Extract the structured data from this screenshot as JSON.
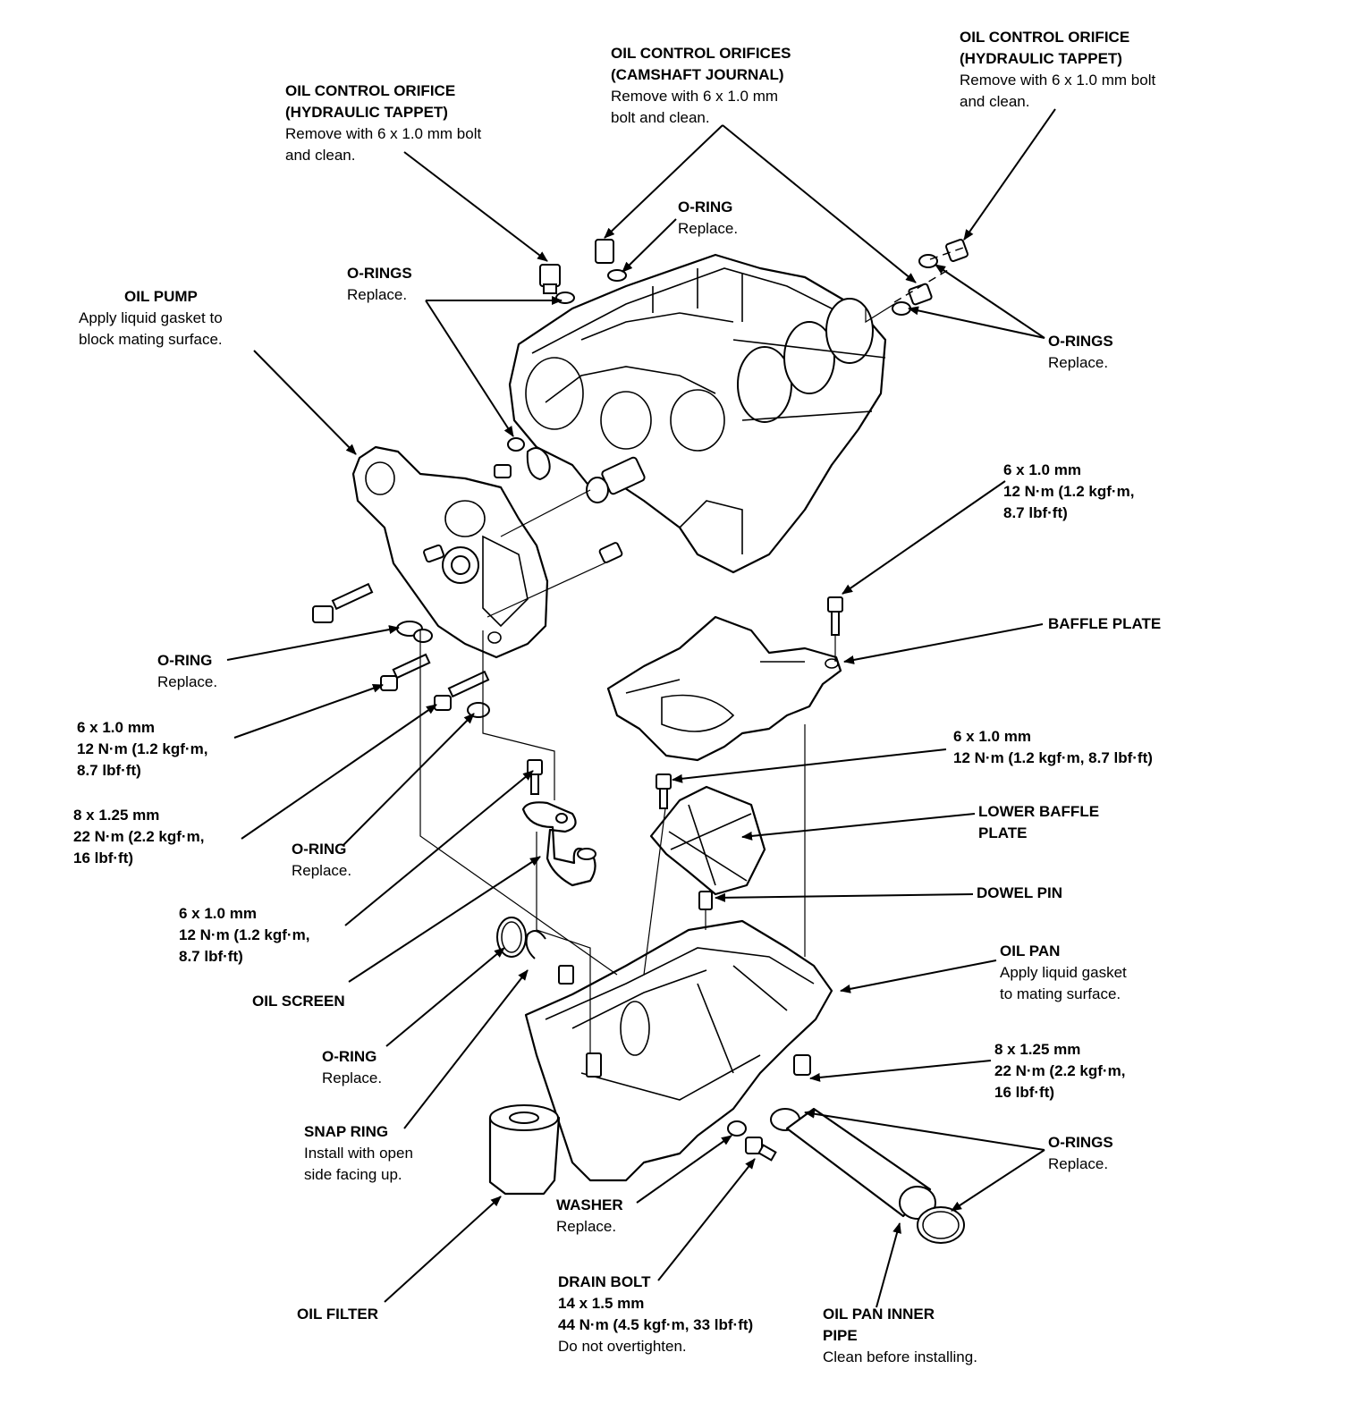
{
  "labels": {
    "oco_tappet_left": {
      "title": [
        "OIL CONTROL ORIFICE",
        "(HYDRAULIC TAPPET)"
      ],
      "desc": [
        "Remove with 6 x 1.0 mm bolt",
        "and clean."
      ]
    },
    "oco_cam": {
      "title": [
        "OIL CONTROL ORIFICES",
        "(CAMSHAFT JOURNAL)"
      ],
      "desc": [
        "Remove with 6 x 1.0 mm",
        "bolt and clean."
      ]
    },
    "oco_tappet_right": {
      "title": [
        "OIL CONTROL ORIFICE",
        "(HYDRAULIC TAPPET)"
      ],
      "desc": [
        "Remove with 6 x 1.0 mm bolt",
        "and clean."
      ]
    },
    "oring_top": {
      "title": [
        "O-RING"
      ],
      "desc": [
        "Replace."
      ]
    },
    "orings_top_left": {
      "title": [
        "O-RINGS"
      ],
      "desc": [
        "Replace."
      ]
    },
    "oil_pump": {
      "title": [
        "OIL PUMP"
      ],
      "desc": [
        "Apply liquid gasket to",
        "block mating surface."
      ]
    },
    "orings_right": {
      "title": [
        "O-RINGS"
      ],
      "desc": [
        "Replace."
      ]
    },
    "torque_top_right": {
      "title": [
        "6 x 1.0 mm",
        "12 N·m (1.2 kgf·m,",
        "8.7 lbf·ft)"
      ],
      "desc": []
    },
    "baffle_plate": {
      "title": [
        "BAFFLE PLATE"
      ],
      "desc": []
    },
    "oring_left": {
      "title": [
        "O-RING"
      ],
      "desc": [
        "Replace."
      ]
    },
    "torque_left_1": {
      "title": [
        "6 x 1.0 mm",
        "12 N·m (1.2 kgf·m,",
        "8.7 lbf·ft)"
      ],
      "desc": []
    },
    "torque_left_2": {
      "title": [
        "8 x 1.25 mm",
        "22 N·m (2.2 kgf·m,",
        "16 lbf·ft)"
      ],
      "desc": []
    },
    "oring_mid": {
      "title": [
        "O-RING"
      ],
      "desc": [
        "Replace."
      ]
    },
    "torque_mid_right": {
      "title": [
        "6 x 1.0 mm",
        "12 N·m (1.2 kgf·m, 8.7 lbf·ft)"
      ],
      "desc": []
    },
    "lower_baffle": {
      "title": [
        "LOWER BAFFLE",
        "PLATE"
      ],
      "desc": []
    },
    "dowel_pin": {
      "title": [
        "DOWEL PIN"
      ],
      "desc": []
    },
    "torque_screen": {
      "title": [
        "6 x 1.0 mm",
        "12 N·m (1.2 kgf·m,",
        "8.7 lbf·ft)"
      ],
      "desc": []
    },
    "oil_pan": {
      "title": [
        "OIL PAN"
      ],
      "desc": [
        "Apply liquid gasket",
        "to mating surface."
      ]
    },
    "oil_screen": {
      "title": [
        "OIL SCREEN"
      ],
      "desc": []
    },
    "torque_pan": {
      "title": [
        "8 x 1.25 mm",
        "22 N·m (2.2 kgf·m,",
        "16 lbf·ft)"
      ],
      "desc": []
    },
    "oring_bottom": {
      "title": [
        "O-RING"
      ],
      "desc": [
        "Replace."
      ]
    },
    "snap_ring": {
      "title": [
        "SNAP RING"
      ],
      "desc": [
        "Install with open",
        "side facing up."
      ]
    },
    "orings_bottom": {
      "title": [
        "O-RINGS"
      ],
      "desc": [
        "Replace."
      ]
    },
    "washer": {
      "title": [
        "WASHER"
      ],
      "desc": [
        "Replace."
      ]
    },
    "drain_bolt": {
      "title": [
        "DRAIN BOLT",
        "14 x 1.5 mm",
        "44 N·m (4.5 kgf·m, 33 lbf·ft)"
      ],
      "desc": [
        "Do not overtighten."
      ]
    },
    "oil_filter": {
      "title": [
        "OIL FILTER"
      ],
      "desc": []
    },
    "inner_pipe": {
      "title": [
        "OIL PAN INNER",
        "PIPE"
      ],
      "desc": [
        "Clean before installing."
      ]
    }
  }
}
